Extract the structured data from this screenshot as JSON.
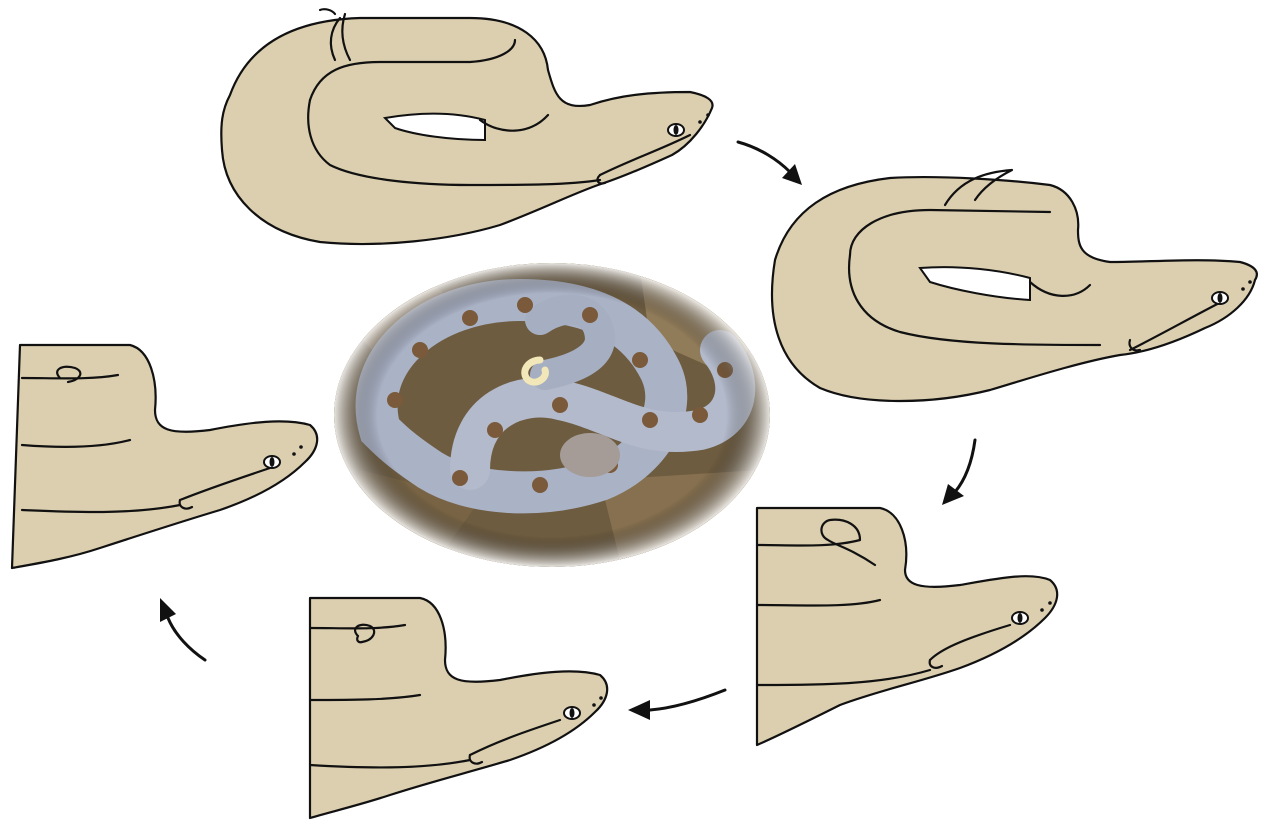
{
  "figure": {
    "description_visible_text": "",
    "colors": {
      "skin": "#dccfb0",
      "ink": "#111111",
      "background": "#ffffff",
      "photo_bg": "#6e5c40",
      "photo_snake_light": "#aab2c6",
      "photo_snake_blotch": "#7a5a3a",
      "tail_tip": "#f2e7b8"
    },
    "panels": [
      {
        "id": "stage-1",
        "tail": "tail-raised-vertical"
      },
      {
        "id": "stage-2",
        "tail": "tail-raised-curled"
      },
      {
        "id": "stage-3",
        "tail": "tail-tip-visible"
      },
      {
        "id": "stage-4",
        "tail": "tail-tip-coiled"
      },
      {
        "id": "stage-5",
        "tail": "tail-tip-hooked"
      }
    ],
    "arrows": [
      "stage-1-to-2",
      "stage-2-to-3",
      "stage-3-to-4",
      "stage-4-to-5"
    ],
    "center_image": "photo-of-coiled-viper-with-pale-tail-tip"
  }
}
